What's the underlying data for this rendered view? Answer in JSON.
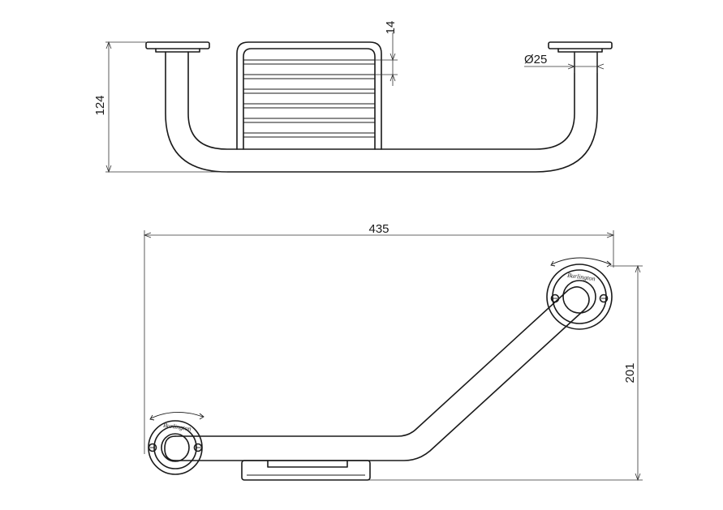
{
  "dimensions": {
    "height_side": "124",
    "slat_pitch": "14",
    "diameter": "Ø25",
    "width": "435",
    "height_front": "201"
  },
  "brand": {
    "flange_left": "Burlington",
    "flange_right": "Burlington"
  },
  "icons": {
    "flange-rotation": "curved-arrow"
  }
}
